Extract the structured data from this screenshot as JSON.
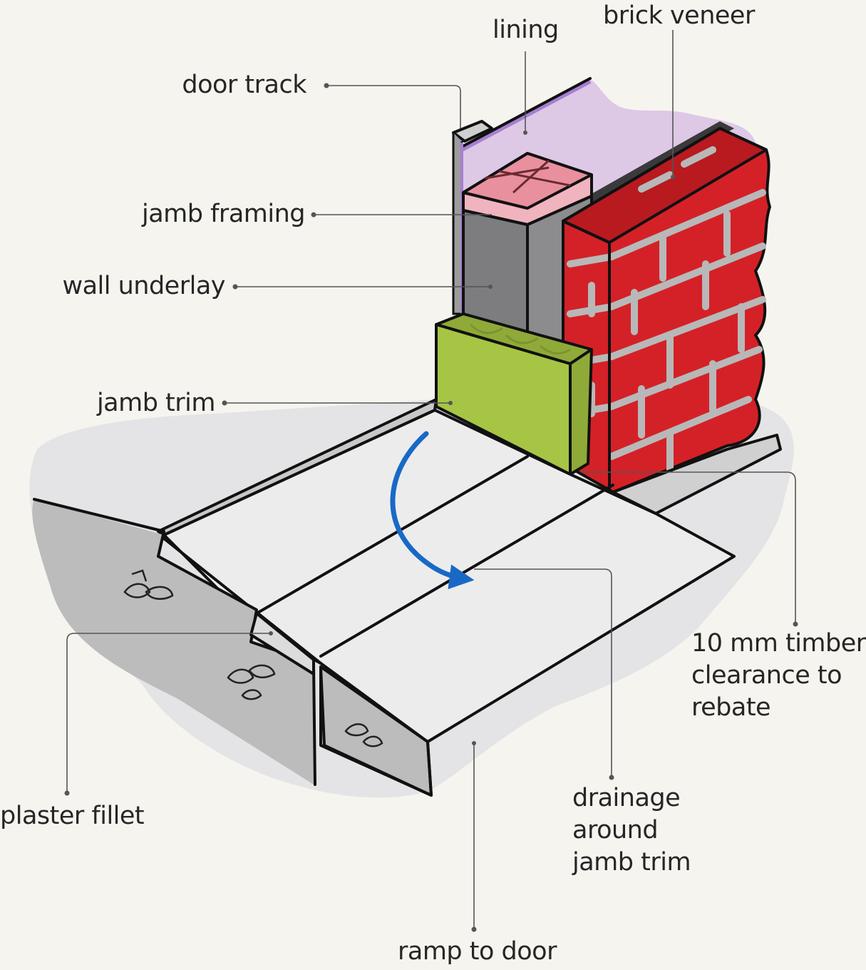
{
  "labels": {
    "lining": "lining",
    "brick_veneer": "brick veneer",
    "door_track": "door track",
    "jamb_framing": "jamb framing",
    "wall_underlay": "wall underlay",
    "jamb_trim": "jamb trim",
    "timber_clearance": [
      "10 mm timber",
      "clearance to",
      "rebate"
    ],
    "plaster_fillet": "plaster fillet",
    "drainage": [
      "drainage",
      "around",
      "jamb trim"
    ],
    "ramp_to_door": "ramp to door"
  },
  "colors": {
    "background": "#f6f4ef",
    "ground_shadow": "#e4e4e6",
    "lining": "#ddc8e6",
    "lining_edge": "#a77fcf",
    "brick": "#d42127",
    "brick_top": "#b81a20",
    "mortar": "#b8b8b8",
    "framing": "#7d7d80",
    "framing_top": "#e8909e",
    "jamb_trim": "#a6c545",
    "jamb_trim_top": "#8faa38",
    "ramp": "#ececec",
    "concrete": "#bcbcbc",
    "arrow": "#1869c6",
    "ink": "#111111"
  },
  "icons": [
    "drainage-flow-arrow"
  ]
}
